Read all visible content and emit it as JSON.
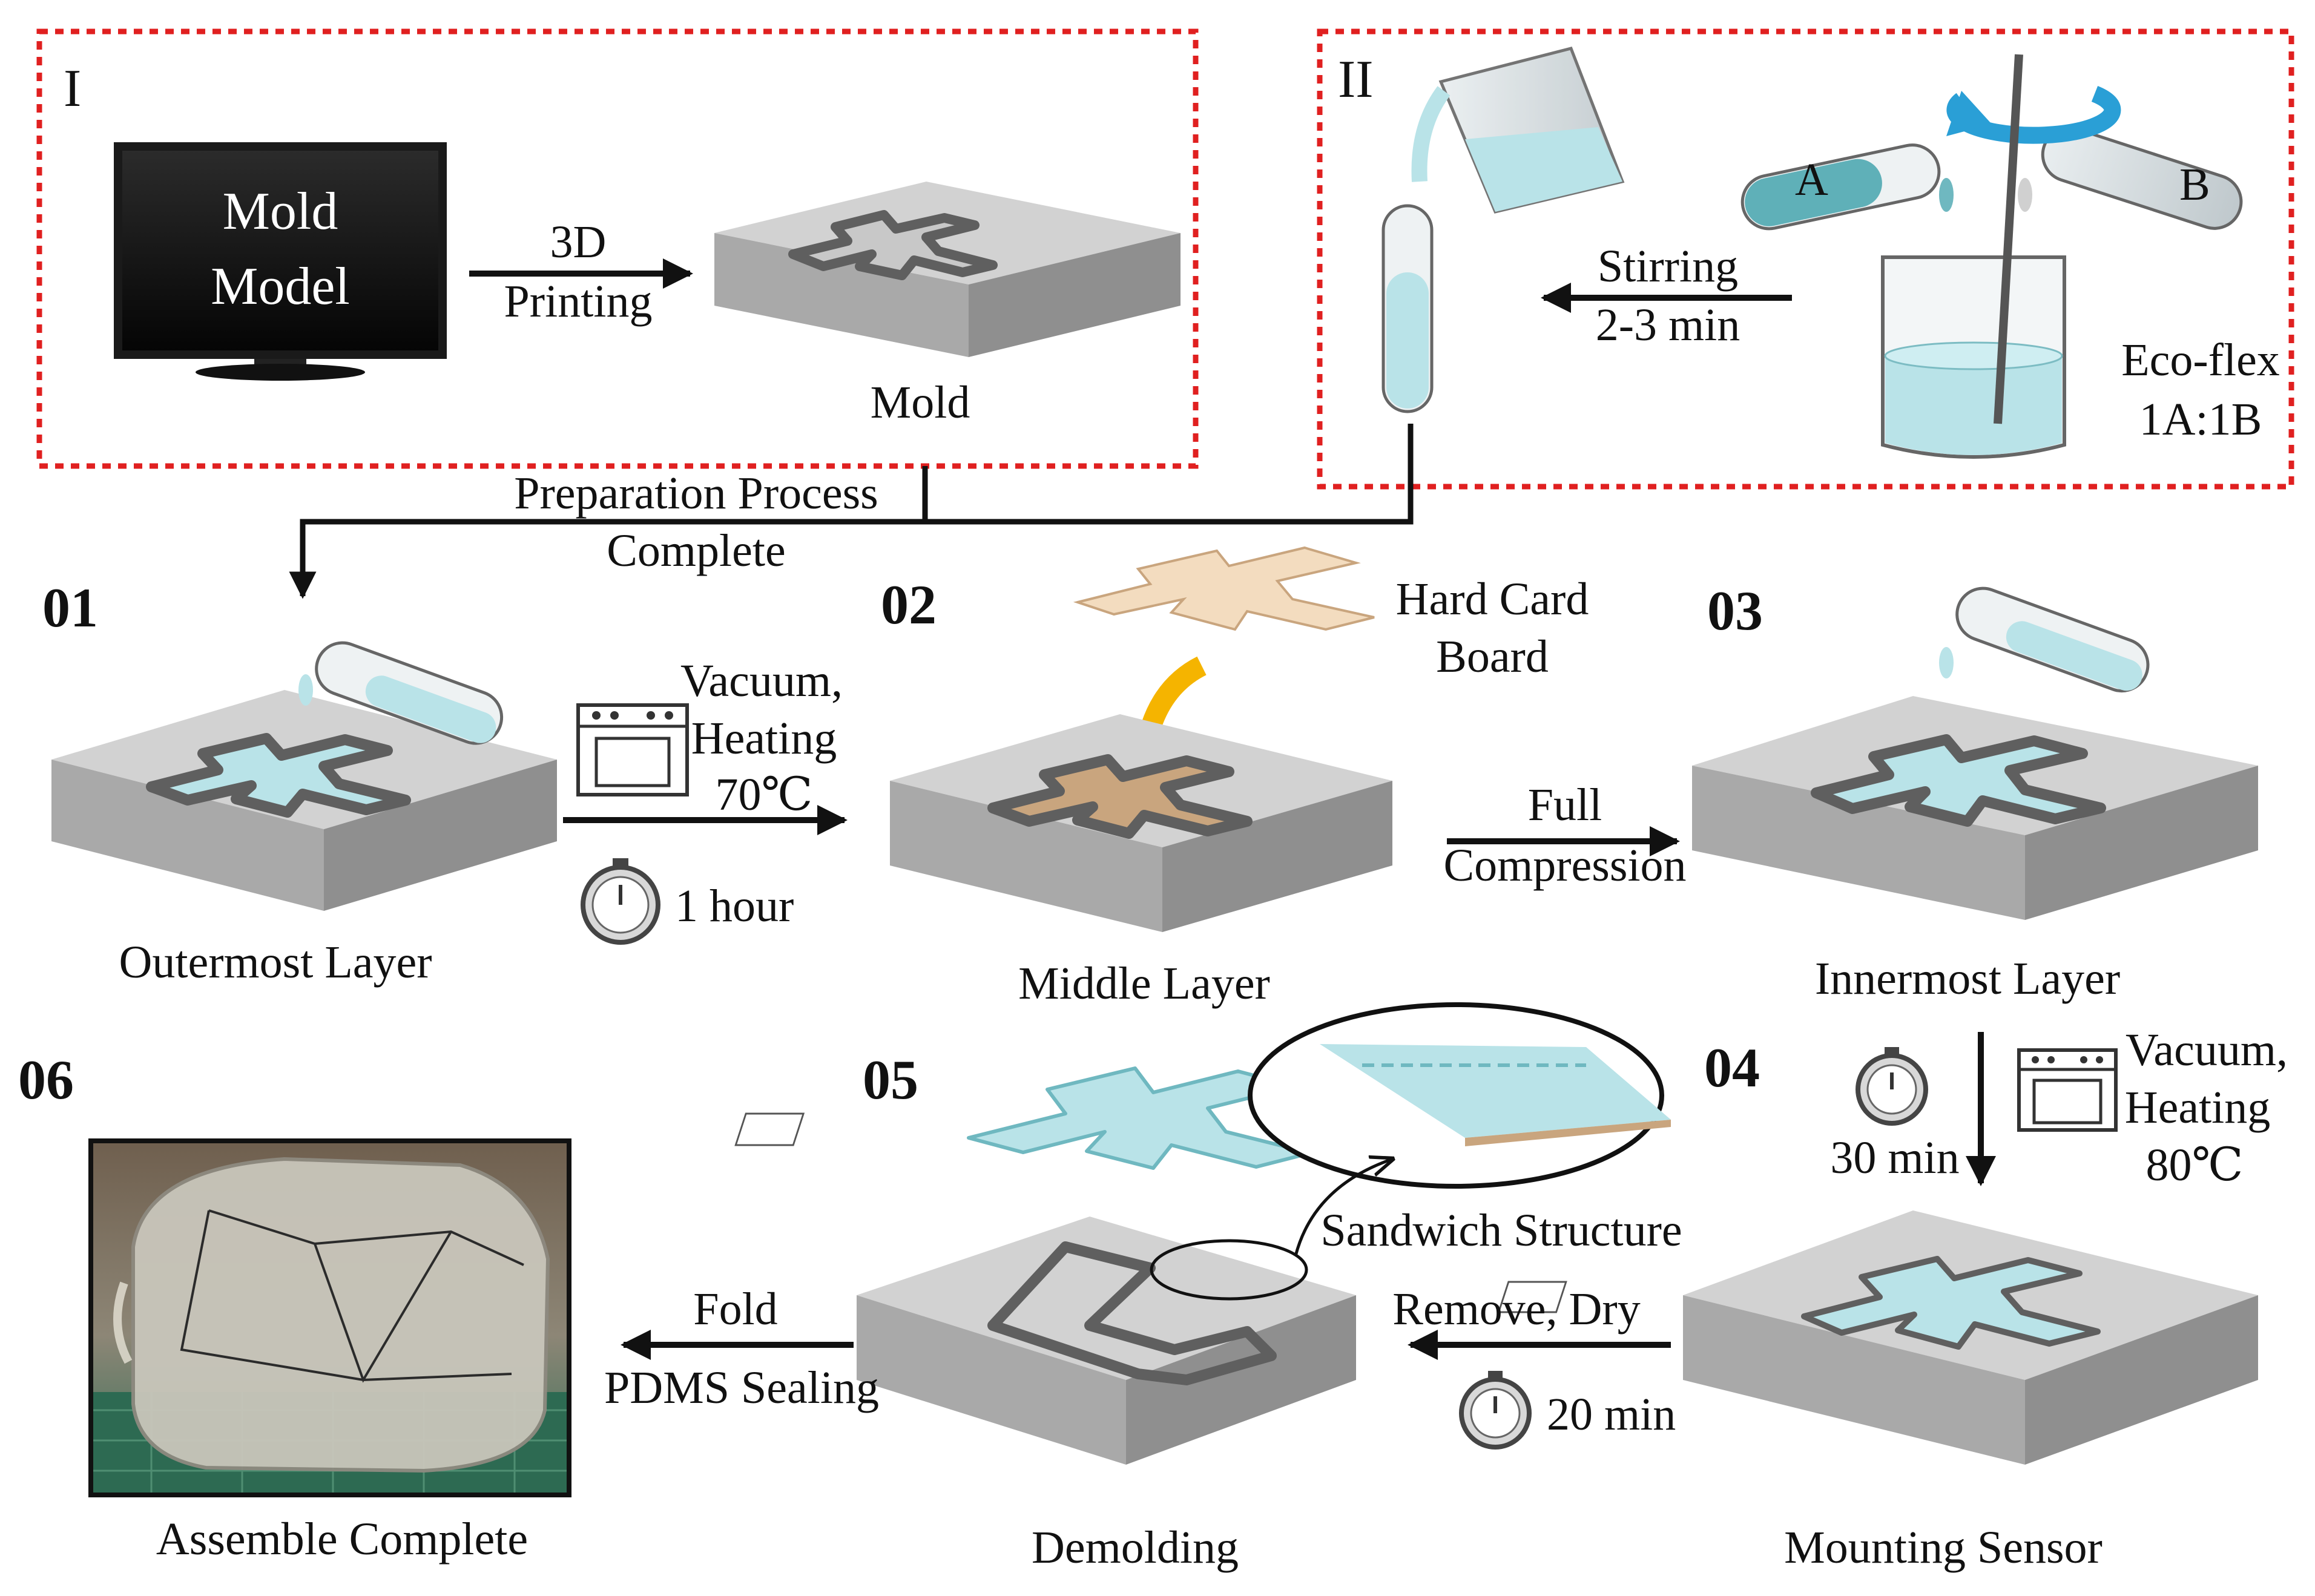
{
  "panels": {
    "panel_i": {
      "label": "I",
      "monitor_line1": "Mold",
      "monitor_line2": "Model",
      "arrow_line1": "3D",
      "arrow_line2": "Printing",
      "result": "Mold"
    },
    "panel_ii": {
      "label": "II",
      "tube_a": "A",
      "tube_b": "B",
      "arrow_line1": "Stirring",
      "arrow_line2": "2-3 min",
      "beaker_line1": "Eco-flex",
      "beaker_line2": "1A:1B"
    }
  },
  "merge": {
    "line1": "Preparation Process",
    "line2": "Complete"
  },
  "steps": [
    {
      "num": "01",
      "caption": "Outermost Layer"
    },
    {
      "num": "02",
      "caption": "Middle Layer",
      "note_line1": "Hard Card",
      "note_line2": "Board"
    },
    {
      "num": "03",
      "caption": "Innermost Layer"
    },
    {
      "num": "04",
      "caption": "Mounting Sensor"
    },
    {
      "num": "05",
      "caption": "Demolding",
      "callout": "Sandwich Structure"
    },
    {
      "num": "06",
      "caption": "Assemble Complete"
    }
  ],
  "transitions": {
    "t01_02": {
      "line1": "Vacuum,",
      "line2": "Heating",
      "line3": "70℃",
      "time": "1 hour"
    },
    "t02_03": {
      "line1": "Full",
      "line2": "Compression"
    },
    "t03_04": {
      "line1": "Vacuum,",
      "line2": "Heating",
      "line3": "80℃",
      "time": "30 min"
    },
    "t04_05": {
      "line1": "Remove, Dry",
      "time": "20 min"
    },
    "t05_06": {
      "line1": "Fold",
      "line2": "PDMS Sealing"
    }
  },
  "colors": {
    "border_dashed": "#e02020",
    "mold_top": "#d2d2d2",
    "mold_left": "#a9a9a9",
    "mold_right": "#8f8f8f",
    "wall": "#5f5f5f",
    "fluid": "#b9e3e8",
    "fluid_dark": "#6fb8c0",
    "card": "#f3dcbf",
    "card_dark": "#c9a57e",
    "arrow_blue": "#2a9fd6",
    "yellow": "#f5b400"
  }
}
